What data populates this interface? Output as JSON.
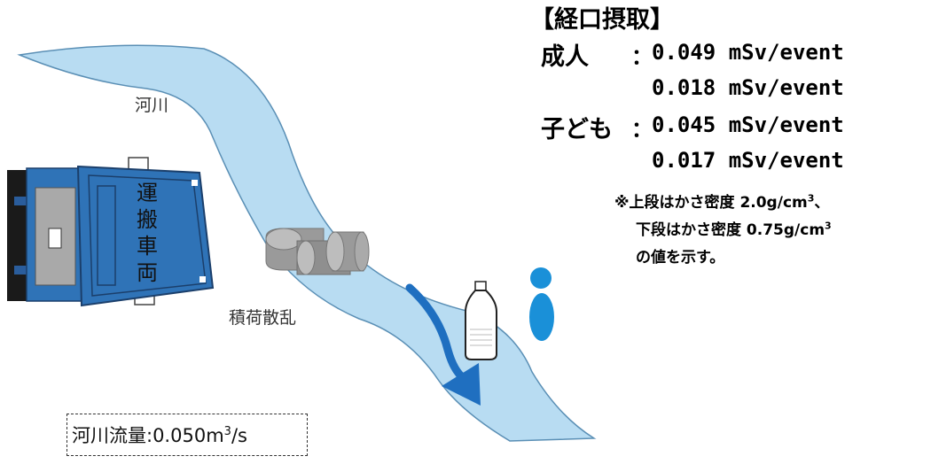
{
  "labels": {
    "river": "河川",
    "scatter": "積荷散乱",
    "truck_text": [
      "運",
      "搬",
      "車",
      "両"
    ],
    "flow_prefix": "河川流量:0.050m",
    "flow_sup": "3",
    "flow_suffix": "/s"
  },
  "dose_panel": {
    "heading": "【経口摂取】",
    "adult_label": "成人",
    "adult_colon": "：",
    "adult_value_1": "0.049 mSv/event",
    "adult_value_2": "0.018 mSv/event",
    "child_label": "子ども",
    "child_colon": "：",
    "child_value_1": "0.045 mSv/event",
    "child_value_2": "0.017 mSv/event",
    "note_line1_prefix": "※上段はかさ密度 2.0g/cm",
    "note_line1_sup": "3",
    "note_line1_suffix": "、",
    "note_line2_prefix": "下段はかさ密度 0.75g/cm",
    "note_line2_sup": "3",
    "note_line3": "の値を示す。"
  },
  "colors": {
    "river_fill": "#b8dcf2",
    "river_stroke": "#5a8fb5",
    "truck_blue": "#2f73b7",
    "arrow_blue": "#1f6fc0",
    "person_blue": "#1a90d8"
  }
}
